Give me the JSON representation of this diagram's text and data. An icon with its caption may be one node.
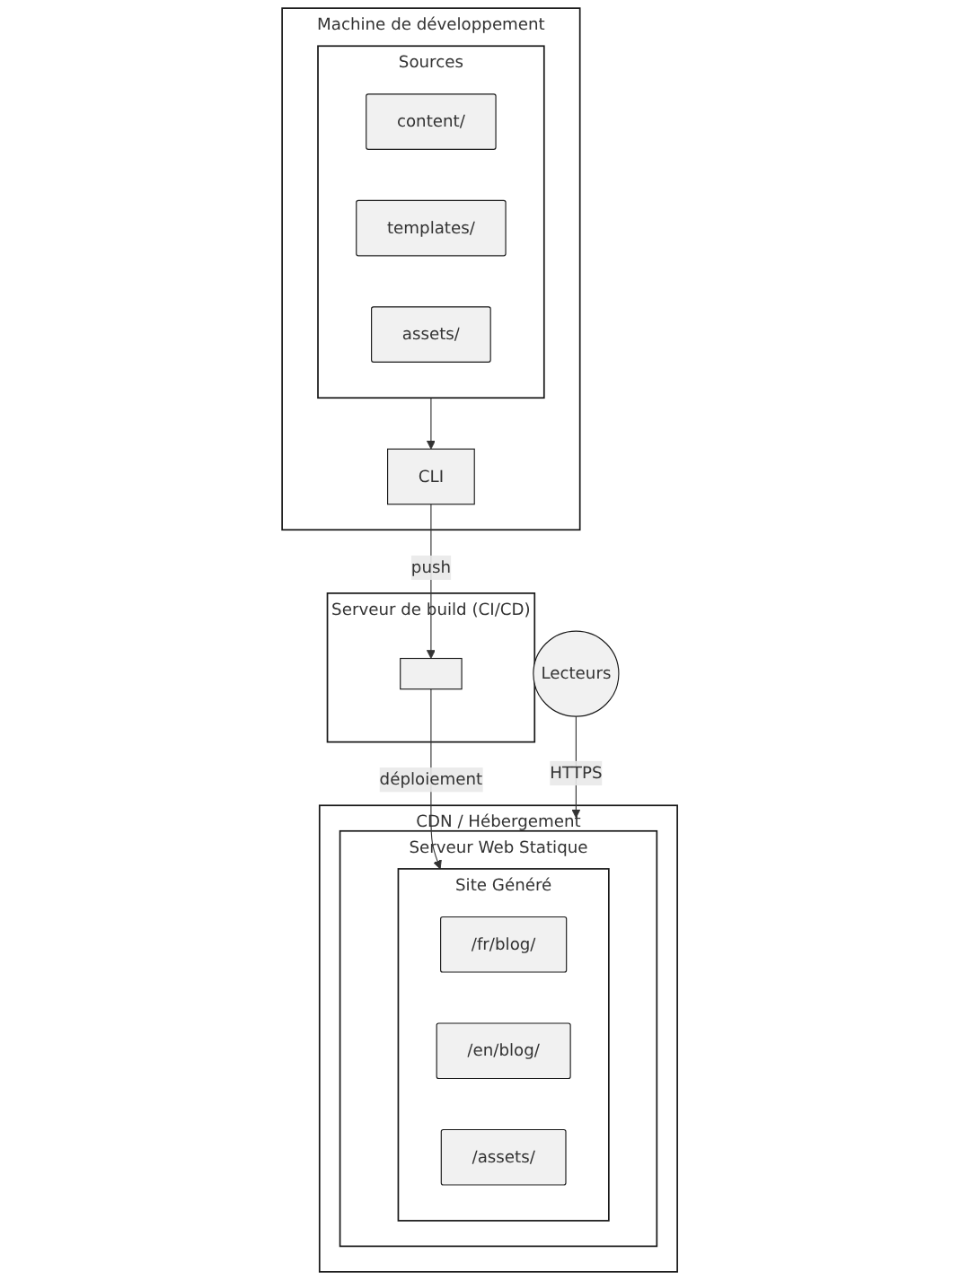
{
  "diagram": {
    "nodes": [
      {
        "text": [
          "Machine de développement"
        ]
      },
      {
        "text": [
          "Sources"
        ],
        "in": 0
      },
      {
        "text": [
          "content/"
        ],
        "in": 1
      },
      {
        "text": [
          "templates/"
        ],
        "in": 1
      },
      {
        "text": [
          "assets/"
        ],
        "in": 1
      },
      {
        "text": [
          "CLI"
        ],
        "in": 0
      },
      {
        "text": [
          "Serveur de build (CI/CD)"
        ]
      },
      {
        "text": [],
        "shape": "box",
        "in": 6
      },
      {
        "text": [
          "Lecteurs"
        ]
      },
      {
        "text": [
          "CDN / Hébergement"
        ]
      },
      {
        "text": [
          "Serveur Web Statique"
        ],
        "in": 9
      },
      {
        "text": [
          "Site Généré"
        ],
        "in": 10
      },
      {
        "text": [
          "/fr/blog/"
        ],
        "in": 11
      },
      {
        "text": [
          "/en/blog/"
        ],
        "in": 11
      },
      {
        "text": [
          "/assets/"
        ],
        "in": 11
      }
    ],
    "edges": [
      {
        "from": 1,
        "to": 5,
        "arrow": "to"
      },
      {
        "from": 5,
        "to": 7,
        "arrow": "to",
        "label": "push"
      },
      {
        "from": 7,
        "to": 11,
        "arrow": "to",
        "label": "déploiement"
      },
      {
        "from": 8,
        "to": 10,
        "arrow": "to",
        "label": "HTTPS"
      }
    ]
  }
}
